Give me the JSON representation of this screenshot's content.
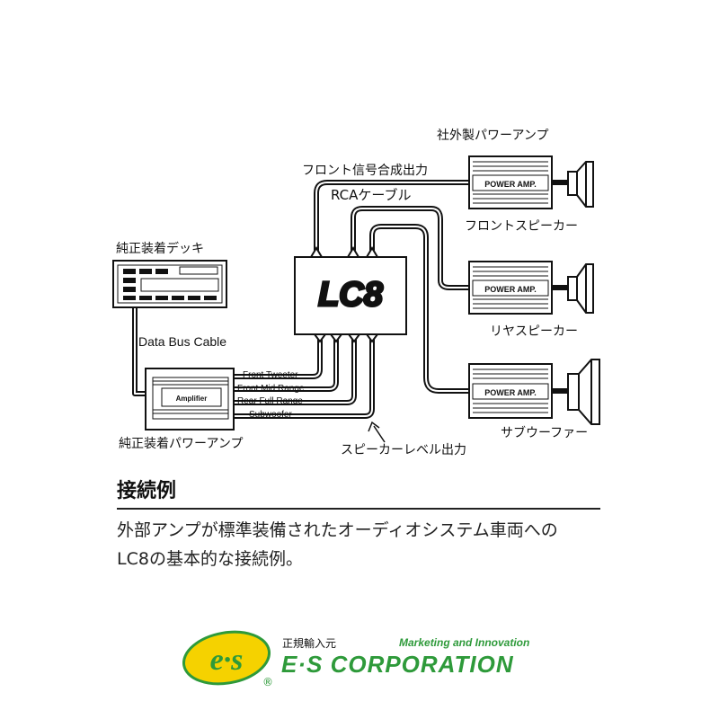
{
  "labels": {
    "head_unit": "純正装着デッキ",
    "data_bus": "Data Bus Cable",
    "oem_amp": "純正装着パワーアンプ",
    "amp_label": "Amplifier",
    "aftermarket_amp": "社外製パワーアンプ",
    "front_signal": "フロント信号合成出力",
    "rca_cable": "RCAケーブル",
    "front_speaker": "フロントスピーカー",
    "rear_speaker": "リヤスピーカー",
    "subwoofer": "サブウーファー",
    "speaker_level": "スピーカーレベル出力",
    "lc8_logo": "LC8",
    "power_amp": "POWER AMP."
  },
  "wires": [
    "Front Tweeter",
    "Front Mid Range",
    "Rear Full Range",
    "Subwoofer"
  ],
  "heading": "接続例",
  "caption_line1": "外部アンプが標準装備されたオーディオシステム車両への",
  "caption_line2": "LC8の基本的な接続例。",
  "footer": {
    "importer": "正規輸入元",
    "tagline": "Marketing and Innovation",
    "corporation": "E·S CORPORATION",
    "registered": "®",
    "logo_text": "e·s"
  },
  "colors": {
    "brand_green": "#2e9a3a",
    "logo_yellow": "#f5d200",
    "line": "#111111"
  }
}
